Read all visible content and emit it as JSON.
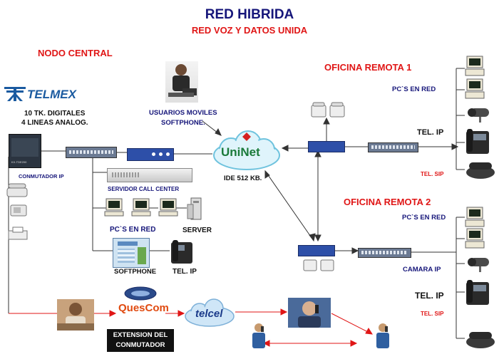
{
  "title": "RED HIBRIDA",
  "subtitle": "RED VOZ Y DATOS UNIDA",
  "central": {
    "label": "NODO CENTRAL",
    "telmex_logo": "TELMEX",
    "trunk_line1": "10 TK. DIGITALES",
    "trunk_line2": "4  LINEAS ANALOG.",
    "pbx_label": "CONMUTADOR IP",
    "call_center_label": "SERVIDOR  CALL CENTER",
    "pcs_label": "PC`S EN RED",
    "server_label": "SERVER",
    "softphone_label": "SOFTPHONE",
    "ip_phone_label": "TEL. IP",
    "device_tag": "KX-TDE200"
  },
  "mobile": {
    "line1": "USUARIOS MOVILES",
    "line2": "SOFTPHONE."
  },
  "cloud": {
    "brand": "UniNet",
    "speed": "IDE  512 KB."
  },
  "remote1": {
    "label": "OFICINA REMOTA 1",
    "pcs_label": "PC`S EN RED",
    "ip_phone_label": "TEL. IP",
    "sip_label": "TEL. SIP"
  },
  "remote2": {
    "label": "OFICINA REMOTA 2",
    "pcs_label": "PC`S EN RED",
    "camera_label": "CAMARA IP",
    "ip_phone_label": "TEL. IP",
    "sip_label": "TEL. SIP"
  },
  "extension": {
    "quescom_logo": "QuesCom",
    "box_line1": "EXTENSION DEL",
    "box_line2": "CONMUTADOR",
    "telcel_logo": "telcel"
  },
  "colors": {
    "title": "#16167a",
    "accent_red": "#e01616",
    "link_line": "#1b1b1b",
    "switch": "#5a6a8a",
    "router": "#2b3f92"
  }
}
